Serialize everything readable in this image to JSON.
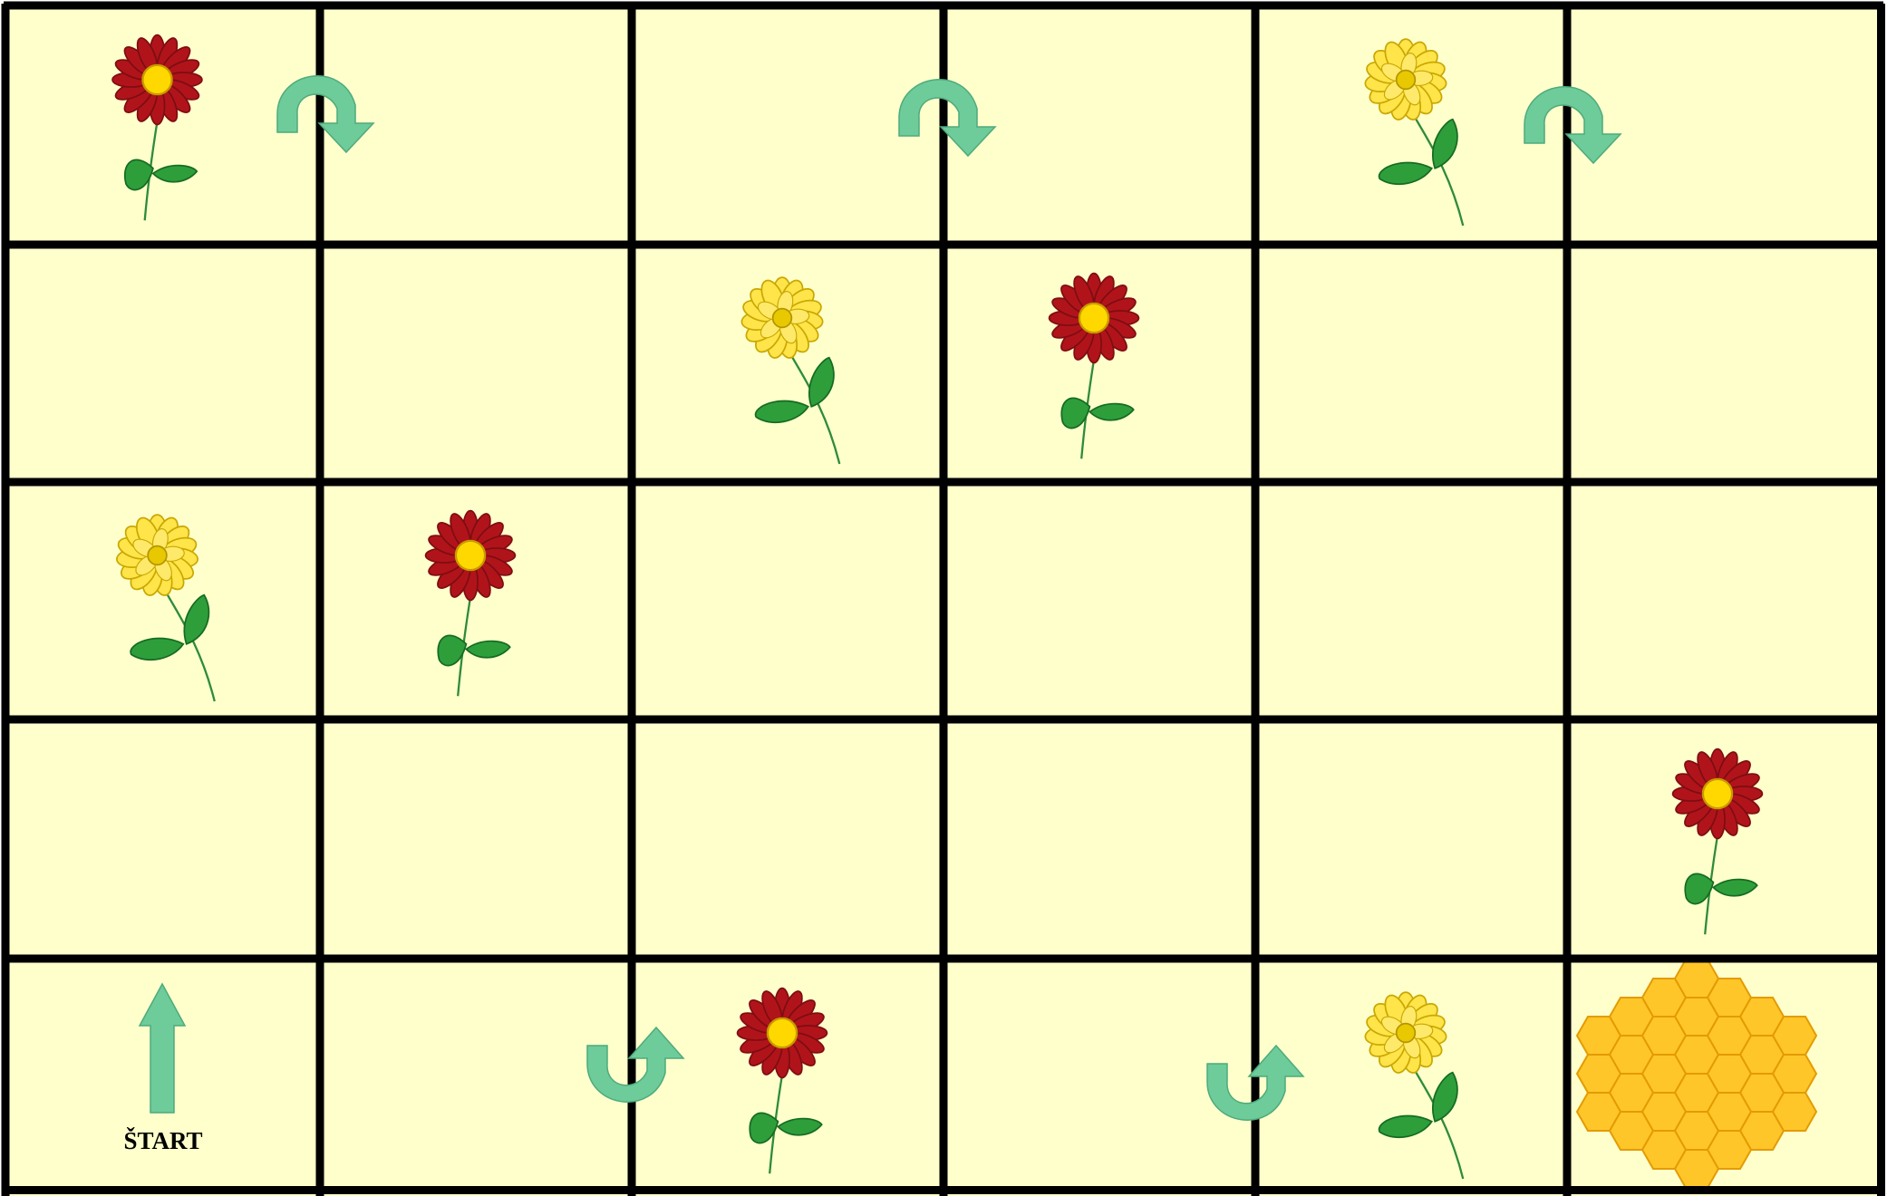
{
  "board": {
    "columns": 6,
    "rows": 5,
    "cell_color": "#ffffcc",
    "line_color": "#000000"
  },
  "start": {
    "label": "ŠTART",
    "icon": "arrow-up-icon"
  },
  "colors": {
    "arrow": "#6dcc9a",
    "red_petal": "#b0141a",
    "red_petal_dark": "#7d0d12",
    "yellow_petal": "#ffe44a",
    "yellow_petal_edge": "#c9a800",
    "flower_center": "#ffd800",
    "leaf": "#2e9e3a",
    "leaf_dark": "#156b22",
    "honey": "#ffc629",
    "honey_edge": "#e49b00"
  },
  "flowers": [
    {
      "color": "red",
      "row": 1,
      "col": 1
    },
    {
      "color": "yellow",
      "row": 1,
      "col": 5
    },
    {
      "color": "yellow",
      "row": 2,
      "col": 3
    },
    {
      "color": "red",
      "row": 2,
      "col": 4
    },
    {
      "color": "yellow",
      "row": 3,
      "col": 1
    },
    {
      "color": "red",
      "row": 3,
      "col": 2
    },
    {
      "color": "red",
      "row": 4,
      "col": 6
    },
    {
      "color": "red",
      "row": 5,
      "col": 3
    },
    {
      "color": "yellow",
      "row": 5,
      "col": 5
    }
  ],
  "turn_arrows": [
    {
      "type": "arch-turn-right-icon",
      "row": 1,
      "between_cols": [
        1,
        2
      ]
    },
    {
      "type": "arch-turn-right-icon",
      "row": 1,
      "between_cols": [
        3,
        4
      ]
    },
    {
      "type": "arch-turn-right-icon",
      "row": 1,
      "between_cols": [
        5,
        6
      ]
    },
    {
      "type": "u-turn-up-icon",
      "row": 5,
      "between_cols": [
        2,
        3
      ]
    },
    {
      "type": "u-turn-up-icon",
      "row": 5,
      "between_cols": [
        4,
        5
      ]
    }
  ],
  "goal": {
    "icon": "honeycomb-icon",
    "row": 5,
    "col": 6
  }
}
